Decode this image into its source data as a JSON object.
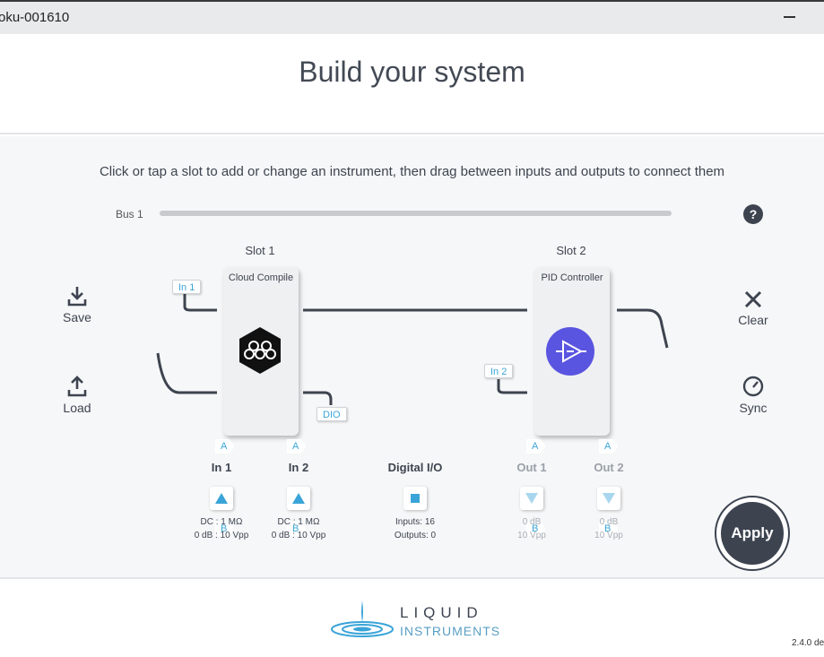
{
  "window": {
    "title": "oku-001610"
  },
  "header": {
    "title": "Build your system"
  },
  "instructions": "Click or tap a slot to add or change an instrument, then drag between inputs and outputs to connect them",
  "bus": {
    "label": "Bus 1"
  },
  "help": {
    "label": "?"
  },
  "left_actions": {
    "save": "Save",
    "load": "Load"
  },
  "right_actions": {
    "clear": "Clear",
    "sync": "Sync"
  },
  "slots": [
    {
      "label": "Slot 1",
      "instrument": "Cloud Compile",
      "port_a_in": "A",
      "port_b_in": "B",
      "port_a_out": "A",
      "port_b_out": "B"
    },
    {
      "label": "Slot 2",
      "instrument": "PID Controller",
      "port_a_in": "A",
      "port_b_in": "B",
      "port_a_out": "A",
      "port_b_out": "B"
    }
  ],
  "tags": {
    "in1": "In 1",
    "in2": "In 2",
    "dio": "DIO"
  },
  "io": [
    {
      "name": "In 1",
      "line1": "DC : 1 MΩ",
      "line2": "0 dB : 10 Vpp",
      "active": true
    },
    {
      "name": "In 2",
      "line1": "DC : 1 MΩ",
      "line2": "0 dB : 10 Vpp",
      "active": true
    },
    {
      "name": "Digital I/O",
      "line1": "Inputs: 16",
      "line2": "Outputs: 0",
      "active": true
    },
    {
      "name": "Out 1",
      "line1": "0 dB",
      "line2": "10 Vpp",
      "active": false
    },
    {
      "name": "Out 2",
      "line1": "0 dB",
      "line2": "10 Vpp",
      "active": false
    }
  ],
  "apply": {
    "label": "Apply"
  },
  "footer": {
    "logo_line1": "LIQUID",
    "logo_line2": "INSTRUMENTS",
    "version": "2.4.0 de"
  },
  "colors": {
    "dark": "#3d4450",
    "port_text": "#3aa4d8",
    "pid_icon": "#5a55e0",
    "wire": "#3d4450"
  }
}
